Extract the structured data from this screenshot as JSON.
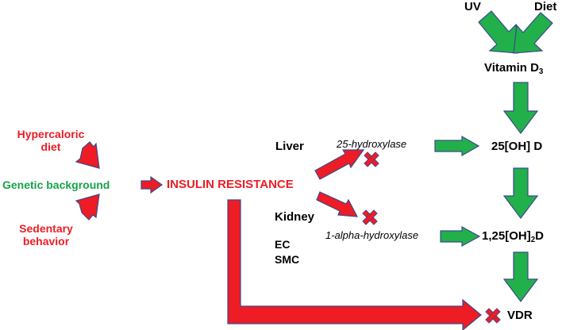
{
  "inputs": {
    "uv": "UV",
    "diet": "Diet",
    "vitamin_d3_main": "Vitamin D",
    "vitamin_d3_sub": "3"
  },
  "metabolites": {
    "hydroxy_25": "25[OH] D",
    "dihydroxy_prefix": "1,25[OH]",
    "dihydroxy_sub": "2",
    "dihydroxy_suffix": "D",
    "vdr": "VDR"
  },
  "enzymes": {
    "hydroxylase_25": "25-hydroxylase",
    "hydroxylase_1alpha": "1-alpha-hydroxylase"
  },
  "organs": {
    "liver": "Liver",
    "kidney": "Kidney",
    "ec": "EC",
    "smc": "SMC"
  },
  "causes": {
    "hypercaloric_line1": "Hypercaloric",
    "hypercaloric_line2": "diet",
    "genetic": "Genetic background",
    "sedentary_line1": "Sedentary",
    "sedentary_line2": "behavior"
  },
  "central": {
    "insulin_resistance": "INSULIN RESISTANCE"
  },
  "colors": {
    "red": "#ee1c25",
    "green": "#16a34a",
    "green_arrow": "#22b04b",
    "arrow_outline": "#3b4a8a",
    "black": "#000000"
  },
  "icons": {
    "inhibit_mark": "cross-icon"
  }
}
